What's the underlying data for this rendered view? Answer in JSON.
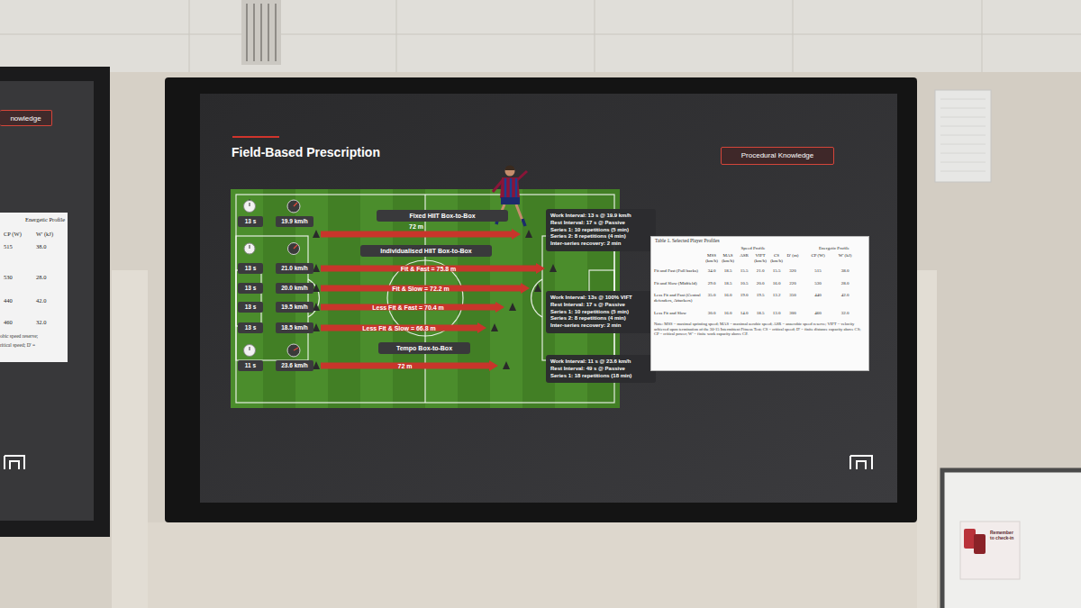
{
  "diagram": {
    "title": "Field-Based Prescription",
    "nodes": [
      {
        "text": [
          "nowledge"
        ]
      },
      {
        "text": [
          "Procedural Knowledge"
        ]
      },
      {
        "text": [
          "13 s"
        ]
      },
      {
        "text": [
          "19.9 km/h"
        ]
      },
      {
        "text": [
          "Fixed HIIT Box-to-Box"
        ]
      },
      {
        "text": [
          "Work Interval: 13 s @ 19.9 km/h",
          "Rest Interval: 17 s @ Passive",
          "Series 1: 10 repetitions (5 min)",
          "Series 2: 8 repetitions (4 min)",
          "Inter-series recovery: 2 min"
        ]
      },
      {
        "text": [
          "Individualised HIIT Box-to-Box"
        ]
      },
      {
        "text": [
          "13 s"
        ]
      },
      {
        "text": [
          "21.0 km/h"
        ]
      },
      {
        "text": [
          "13 s"
        ]
      },
      {
        "text": [
          "20.0 km/h"
        ]
      },
      {
        "text": [
          "13 s"
        ]
      },
      {
        "text": [
          "19.5 km/h"
        ]
      },
      {
        "text": [
          "13 s"
        ]
      },
      {
        "text": [
          "18.5 km/h"
        ]
      },
      {
        "text": [
          "Work Interval: 13s @ 100% VIFT",
          "Rest Interval: 17 s @ Passive",
          "Series 1: 10 repetitions (5 min)",
          "Series 2: 8 repetitions (4 min)",
          "Inter-series recovery: 2 min"
        ]
      },
      {
        "text": [
          "Tempo Box-to-Box"
        ]
      },
      {
        "text": [
          "11 s"
        ]
      },
      {
        "text": [
          "23.6 km/h"
        ]
      },
      {
        "text": [
          "Work Interval: 11 s @ 23.6 km/h",
          "Rest Interval: 49 s @ Passive",
          "Series 1: 18 repetitions (18 min)"
        ]
      },
      {
        "text": [
          "Table 1. Selected Player Profiles"
        ]
      },
      {
        "text": [
          "Remember to check-in"
        ]
      }
    ],
    "labels": [
      "72 m",
      "Fit & Fast = 75.8 m",
      "Fit & Slow = 72.2 m",
      "Less Fit & Fast = 70.4 m",
      "Less Fit & Slow = 66.8 m",
      "72 m",
      "Speed Profile",
      "Energetic Profile",
      "MSS (km/h)",
      "MAS (km/h)",
      "ASR",
      "VIFT (km/h)",
      "CS (km/h)",
      "D' (m)",
      "CP (W)",
      "W' (kJ)",
      "Fit and Fast (Full backs)",
      "34.0",
      "18.5",
      "15.5",
      "21.0",
      "15.5",
      "320",
      "515",
      "38.0",
      "Fit and Slow (Midfield)",
      "29.0",
      "18.5",
      "10.5",
      "20.0",
      "16.0",
      "220",
      "530",
      "28.0",
      "Less Fit and Fast (Central defenders, Attackers)",
      "35.0",
      "16.0",
      "19.0",
      "19.5",
      "13.2",
      "350",
      "440",
      "42.0",
      "Less Fit and Slow",
      "30.0",
      "16.0",
      "14.0",
      "18.5",
      "13.0",
      "300",
      "460",
      "32.0",
      "Note: MSS = maximal sprinting speed; MAS = maximal aerobic speed; ASR = anaerobic speed reserve; VIFT = velocity achieved upon termination of the 30-15 Intermittent Fitness Test; CS = critical speed; D' = finite distance capacity above CS; CP = critical power; W' = finite work capacity above CP.",
      "Energetic Profile",
      "CP (W)",
      "W' (kJ)",
      "515",
      "38.0",
      "530",
      "28.0",
      "440",
      "42.0",
      "460",
      "32.0",
      "obic speed reserve;",
      "ritical speed; D' ="
    ]
  }
}
